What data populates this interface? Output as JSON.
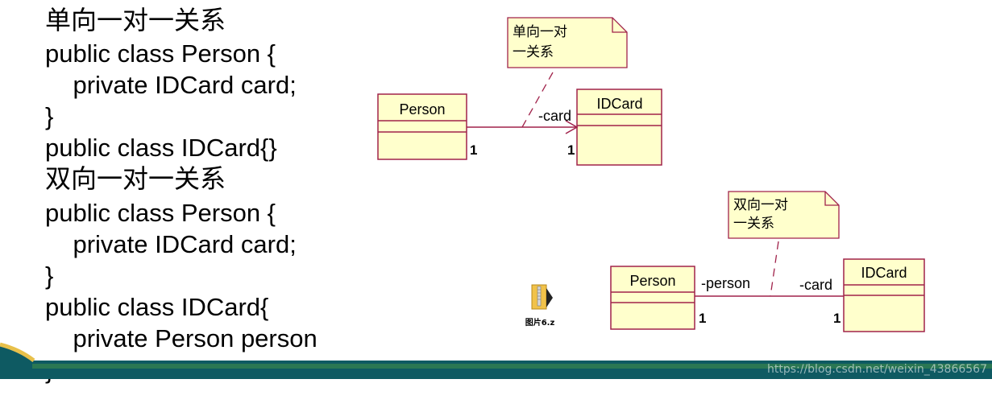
{
  "code": {
    "lines": [
      "单向一对一关系",
      "public class Person {",
      "    private IDCard card;",
      "}",
      "public class IDCard{}",
      "双向一对一关系",
      "public class Person {",
      "    private IDCard card;",
      "}",
      "public class IDCard{",
      "    private Person person",
      "}"
    ]
  },
  "diagram_uni": {
    "note": [
      "单向一对",
      "一关系"
    ],
    "class_a": "Person",
    "class_b": "IDCard",
    "role_b": "-card",
    "mult_a": "1",
    "mult_b": "1"
  },
  "diagram_bi": {
    "note": [
      "双向一对",
      "一关系"
    ],
    "class_a": "Person",
    "class_b": "IDCard",
    "role_a": "-person",
    "role_b": "-card",
    "mult_a": "1",
    "mult_b": "1"
  },
  "file_icon": {
    "label": "图片6.z",
    "icon": "zip-folder-icon"
  },
  "watermark": "https://blog.csdn.net/weixin_43866567",
  "colors": {
    "class_fill": "#ffffcc",
    "class_border": "#a0224a",
    "note_fill": "#ffffcc",
    "line": "#a0224a",
    "footer": "#0e5a62"
  }
}
